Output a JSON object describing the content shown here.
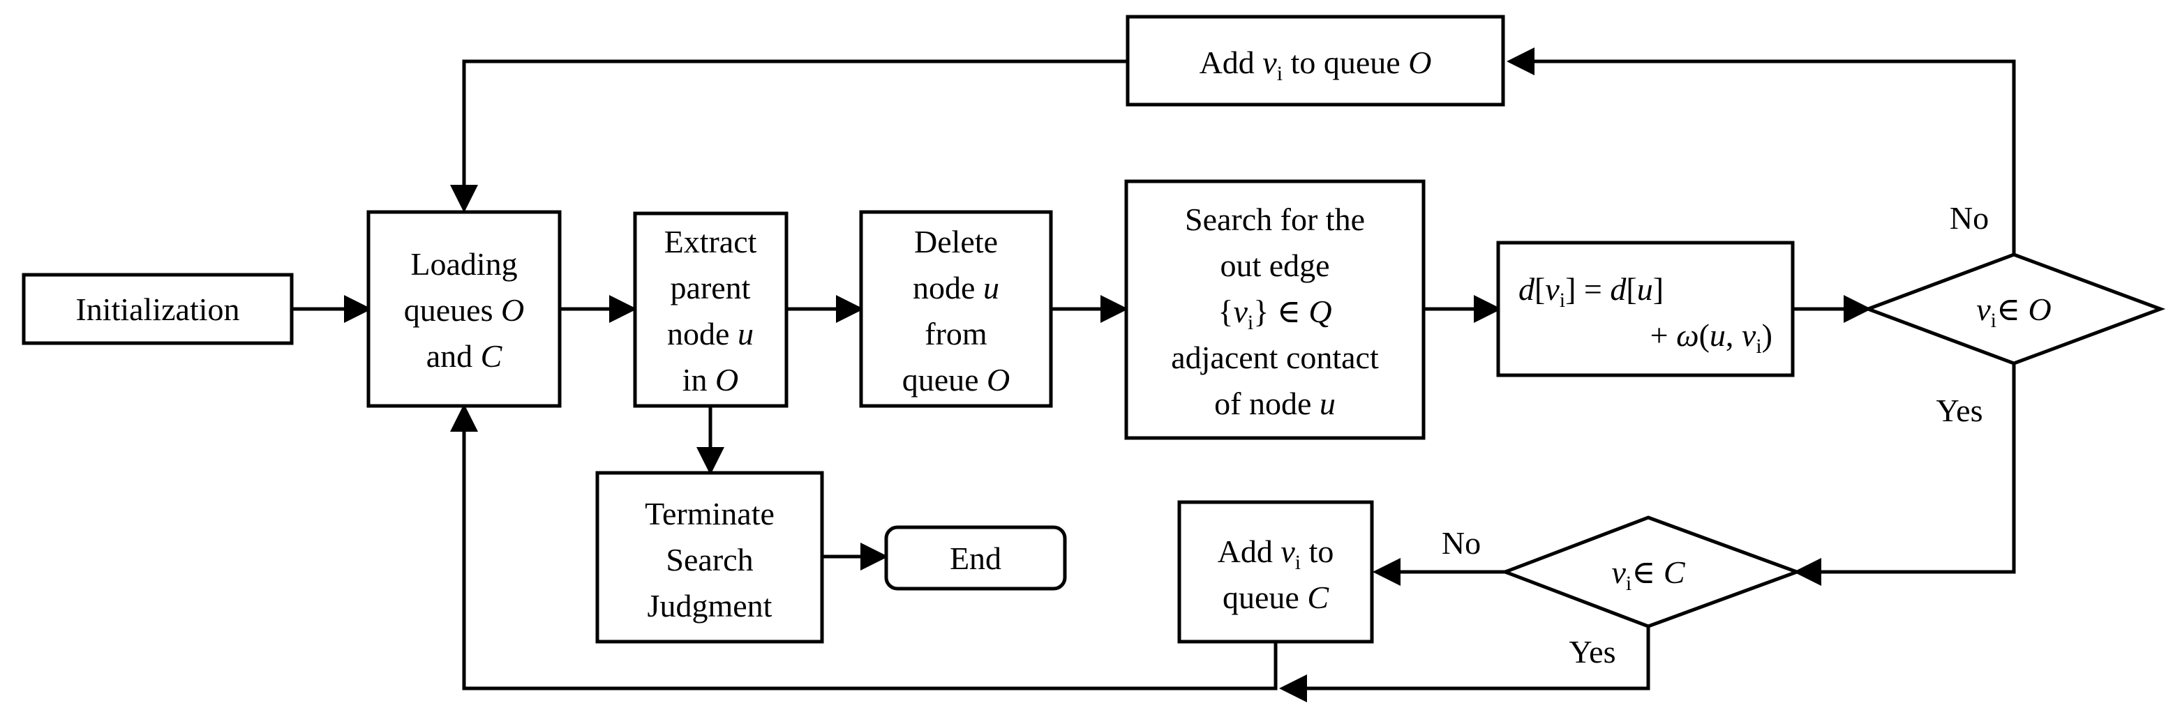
{
  "nodes": {
    "initialization": {
      "text": "Initialization"
    },
    "loading": {
      "line1": "Loading",
      "line2_a": "queues ",
      "line2_var": "O",
      "line3_a": "and ",
      "line3_var": "C"
    },
    "extract": {
      "line1": "Extract",
      "line2": "parent",
      "line3_a": "node ",
      "line3_var": "u",
      "line4_a": "in ",
      "line4_var": "O"
    },
    "delete": {
      "line1": "Delete",
      "line2_a": "node ",
      "line2_var": "u",
      "line3": "from",
      "line4_a": "queue ",
      "line4_var": "O"
    },
    "search": {
      "line1": "Search for the",
      "line2": "out edge",
      "line3_open": "{",
      "line3_var": "v",
      "line3_sub": "i",
      "line3_close": "} ∈ ",
      "line3_set": "Q",
      "line4": "adjacent contact",
      "line5_a": "of node ",
      "line5_var": "u"
    },
    "distance": {
      "d1": "d",
      "b1": "[",
      "v1": "v",
      "s1": "i",
      "b2": "] = ",
      "d2": "d",
      "b3": "[",
      "u1": "u",
      "b4": "]",
      "plus": "+ ",
      "omega": "ω",
      "paren_open": "(",
      "u2": "u",
      "comma": ", ",
      "v2": "v",
      "s2": "i",
      "paren_close": ")"
    },
    "add_o": {
      "a": "Add ",
      "var": "v",
      "sub": "i",
      "b": " to queue ",
      "set": "O"
    },
    "decision_o": {
      "var": "v",
      "sub": "i",
      "op": "∈ ",
      "set": "O"
    },
    "decision_c": {
      "var": "v",
      "sub": "i",
      "op": "∈ ",
      "set": "C"
    },
    "add_c": {
      "line1_a": "Add ",
      "line1_var": "v",
      "line1_sub": "i",
      "line1_b": " to",
      "line2_a": "queue ",
      "line2_set": "C"
    },
    "terminate": {
      "line1": "Terminate",
      "line2": "Search",
      "line3": "Judgment"
    },
    "end": {
      "text": "End"
    }
  },
  "edge_labels": {
    "o_no": "No",
    "o_yes": "Yes",
    "c_no": "No",
    "c_yes": "Yes"
  }
}
